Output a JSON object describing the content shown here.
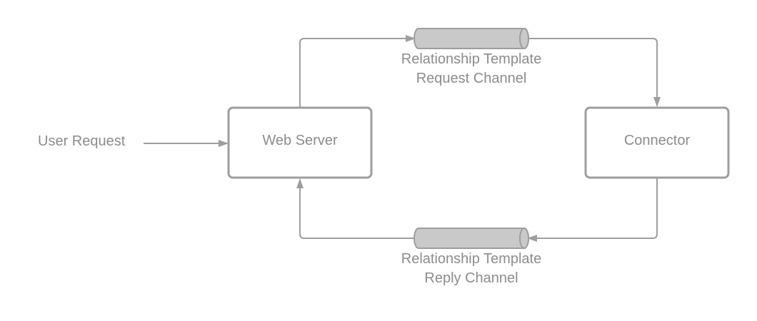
{
  "diagram": {
    "input_label": "User Request",
    "nodes": {
      "web_server": {
        "label": "Web Server"
      },
      "connector": {
        "label": "Connector"
      }
    },
    "channels": {
      "request": {
        "line1": "Relationship Template",
        "line2": "Request Channel"
      },
      "reply": {
        "line1": "Relationship Template",
        "line2": "Reply Channel"
      }
    },
    "colors": {
      "stroke": "#9e9e9e",
      "text": "#8c8c8c",
      "cylinder_fill": "#c9c9c9",
      "node_fill": "#ffffff"
    }
  }
}
